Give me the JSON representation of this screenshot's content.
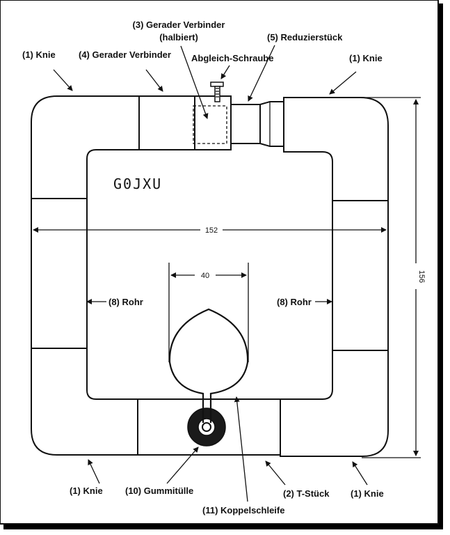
{
  "labels": {
    "knie_top_left": "(1) Knie",
    "gerader_verbinder": "(4) Gerader Verbinder",
    "gerader_verbinder_halb_line1": "(3) Gerader Verbinder",
    "gerader_verbinder_halb_line2": "(halbiert)",
    "abgleich_schraube": "Abgleich-Schraube",
    "reduzierstueck": "(5) Reduzierstück",
    "knie_top_right": "(1) Knie",
    "rohr_left": "(8) Rohr",
    "rohr_right": "(8) Rohr",
    "knie_bottom_left": "(1) Knie",
    "gummituelle": "(10) Gummitülle",
    "koppelschleife": "(11) Koppelschleife",
    "t_stueck": "(2) T-Stück",
    "knie_bottom_right": "(1) Knie"
  },
  "callsign": "G0JXU",
  "dimensions": {
    "width": "152",
    "height": "156",
    "loop": "40"
  }
}
